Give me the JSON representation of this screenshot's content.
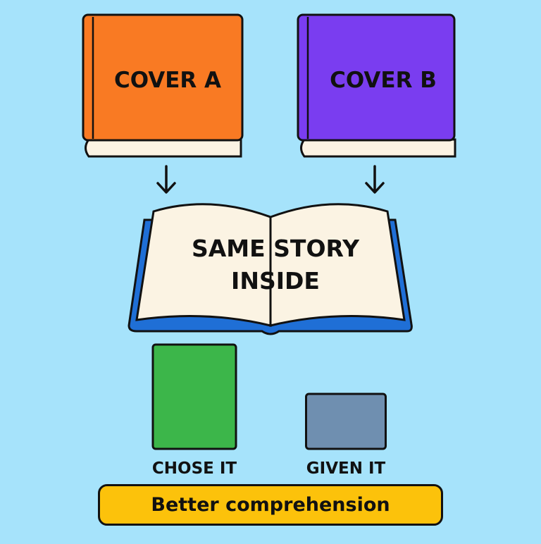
{
  "colors": {
    "background": "#a6e3fb",
    "cover_a": "#f97a23",
    "cover_b": "#7a3df0",
    "open_book_cover": "#1f6fd6",
    "pages": "#fbf3e3",
    "chose_bar": "#3cb64a",
    "given_bar": "#6f8fb0",
    "banner": "#fcc20b",
    "outline": "#111111"
  },
  "books": {
    "cover_a_label": "COVER A",
    "cover_b_label": "COVER B"
  },
  "open_book": {
    "line1": "SAME STORY",
    "line2": "INSIDE"
  },
  "chart_data": {
    "type": "bar",
    "categories": [
      "CHOSE IT",
      "GIVEN IT"
    ],
    "values": [
      148,
      78
    ],
    "ylim": [
      0,
      160
    ],
    "colors": [
      "#3cb64a",
      "#6f8fb0"
    ]
  },
  "banner": {
    "label": "Better comprehension"
  }
}
